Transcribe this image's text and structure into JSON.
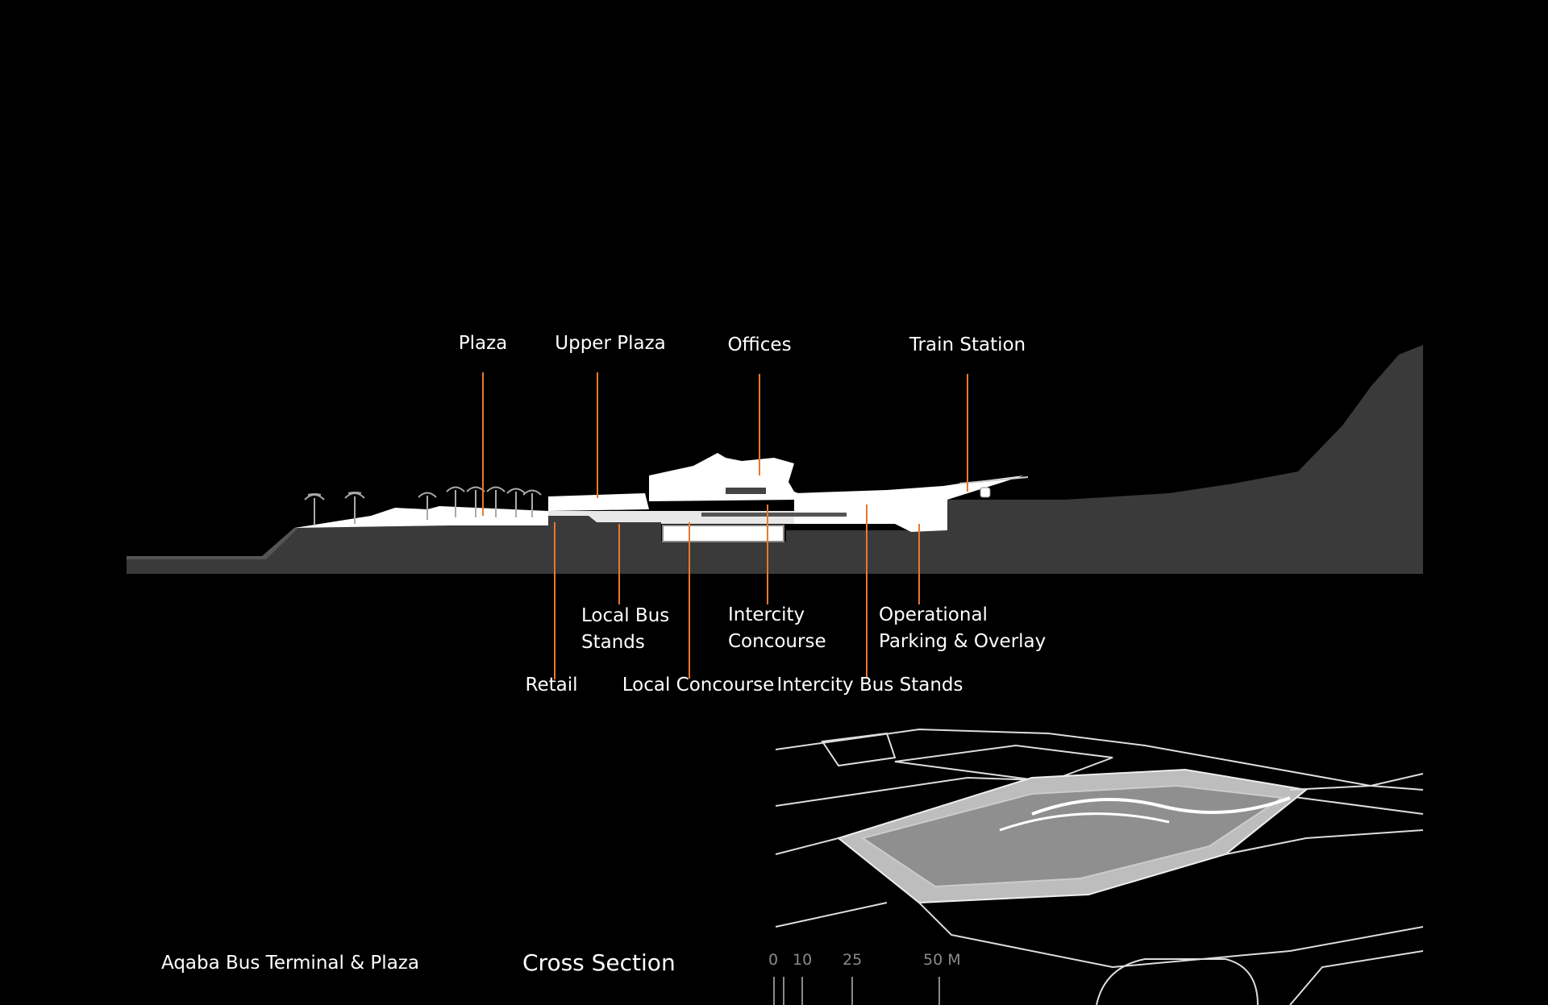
{
  "labels": {
    "plaza": "Plaza",
    "upper_plaza": "Upper Plaza",
    "offices": "Offices",
    "train_station": "Train Station",
    "retail": "Retail",
    "local_bus_1": "Local Bus",
    "local_bus_2": "Stands",
    "local_concourse": "Local Concourse",
    "intercity_concourse_1": "Intercity",
    "intercity_concourse_2": "Concourse",
    "intercity_bus_stands": "Intercity Bus Stands",
    "operational_1": "Operational",
    "operational_2": "Parking & Overlay"
  },
  "footer": {
    "project": "Aqaba Bus Terminal & Plaza",
    "drawing": "Cross Section"
  },
  "scale_bar": {
    "t0": "0",
    "t10": "10",
    "t25": "25",
    "t50": "50 M"
  },
  "colors": {
    "background": "#000000",
    "ground": "#3a3a3a",
    "leader": "#e8782e",
    "building": "#ffffff"
  }
}
